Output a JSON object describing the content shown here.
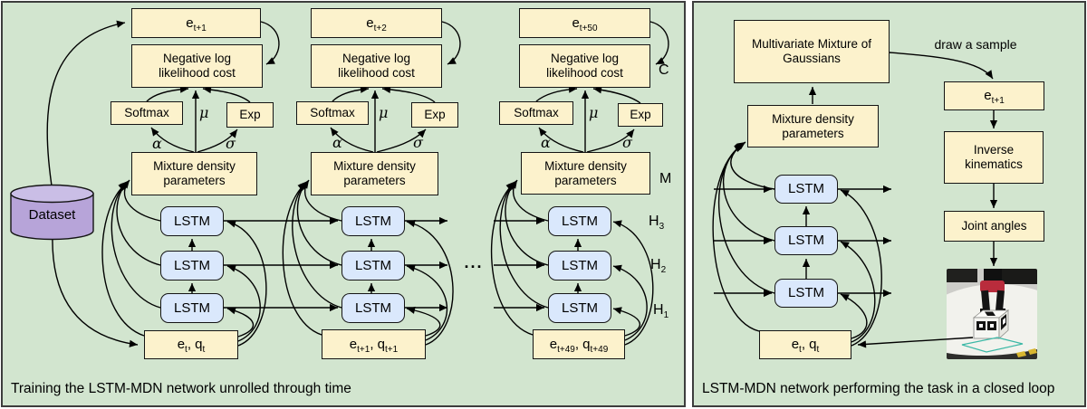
{
  "colors": {
    "panel_background": "#d2e5cf",
    "panel_border": "#3d3d3d",
    "box_yellow": "#fcf2cc",
    "box_blue": "#dae8fc",
    "cylinder_purple": "#b7a4d9",
    "cylinder_top": "#cabee6",
    "line_black": "#000000",
    "teal_marker": "#3cb8a6",
    "robot_red": "#b92c3c"
  },
  "left": {
    "caption": "Training the LSTM-MDN network unrolled through time",
    "dataset": "Dataset",
    "ellipsis": "...",
    "side": {
      "c": "C",
      "m": "M",
      "h": "H",
      "h3": "3",
      "h2": "2",
      "h1": "1"
    },
    "cols": [
      {
        "e": "e",
        "e_sub": "t+1",
        "nll": "Negative log likelihood cost",
        "softmax": "Softmax",
        "mu": "μ",
        "exp": "Exp",
        "alpha": "α",
        "sigma": "σ",
        "mdn": "Mixture density parameters",
        "lstm": "LSTM",
        "in_e": "e",
        "in_e_sub": "t",
        "in_q": ", q",
        "in_q_sub": "t"
      },
      {
        "e": "e",
        "e_sub": "t+2",
        "nll": "Negative log likelihood cost",
        "softmax": "Softmax",
        "mu": "μ",
        "exp": "Exp",
        "alpha": "α",
        "sigma": "σ",
        "mdn": "Mixture density parameters",
        "lstm": "LSTM",
        "in_e": "e",
        "in_e_sub": "t+1",
        "in_q": ", q",
        "in_q_sub": "t+1"
      },
      {
        "e": "e",
        "e_sub": "t+50",
        "nll": "Negative log likelihood cost",
        "softmax": "Softmax",
        "mu": "μ",
        "exp": "Exp",
        "alpha": "α",
        "sigma": "σ",
        "mdn": "Mixture density parameters",
        "lstm": "LSTM",
        "in_e": "e",
        "in_e_sub": "t+49",
        "in_q": ", q",
        "in_q_sub": "t+49"
      }
    ]
  },
  "right": {
    "caption": "LSTM-MDN network performing the task in a closed loop",
    "mmog": "Multivariate Mixture of Gaussians",
    "draw_sample": "draw a sample",
    "e": "e",
    "e_sub": "t+1",
    "ik": "Inverse kinematics",
    "joints": "Joint angles",
    "mdn": "Mixture density parameters",
    "lstm": "LSTM",
    "in_e": "e",
    "in_e_sub": "t",
    "in_q": ", q",
    "in_q_sub": "t"
  }
}
